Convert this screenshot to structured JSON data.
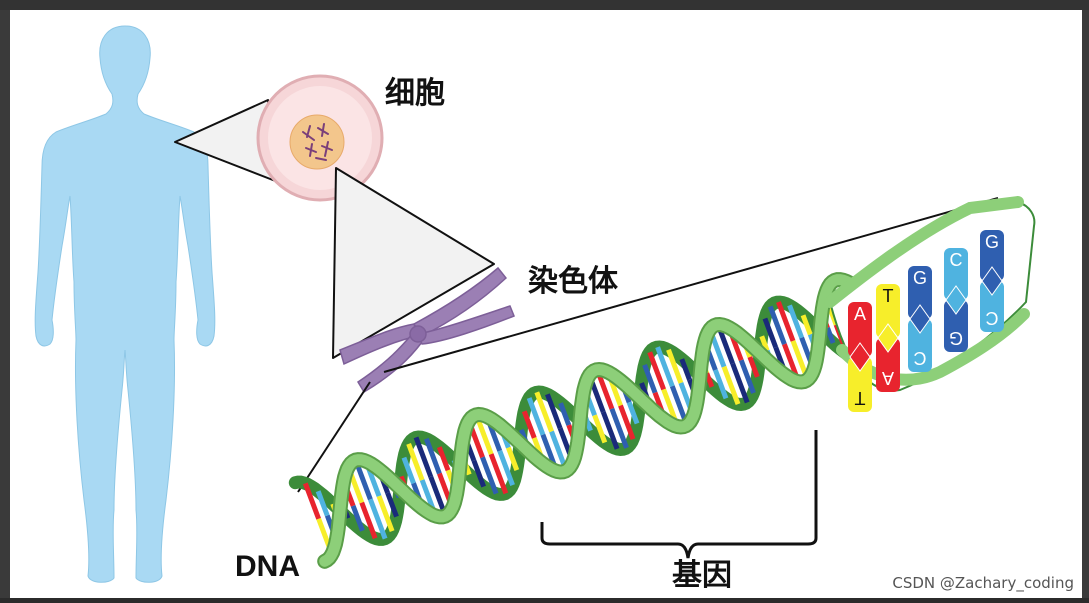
{
  "labels": {
    "cell": "细胞",
    "chromosome": "染色体",
    "dna": "DNA",
    "gene": "基因"
  },
  "bases_near": [
    "A",
    "T",
    "G",
    "C"
  ],
  "bases_far": [
    "T",
    "A",
    "C",
    "G"
  ],
  "watermark": "CSDN @Zachary_coding",
  "icons": {
    "next": "chevron-right-icon"
  },
  "colors": {
    "body": "#a9d9f3",
    "backbone": "#8dcf79",
    "backbone_dark": "#3c8c3a",
    "chromosome": "#9b7fb4",
    "base_A": "#e8242e",
    "base_T": "#f7ee2a",
    "base_G": "#2f5fb0",
    "base_C": "#4fb3e0",
    "navy": "#1a2a7a"
  }
}
